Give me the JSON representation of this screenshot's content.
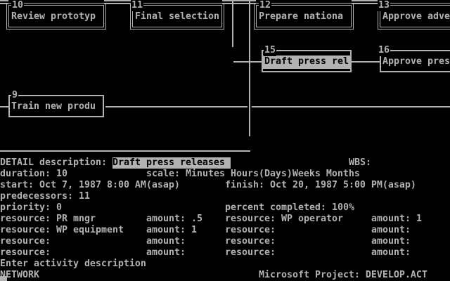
{
  "colors": {
    "foreground": "#b2b2b2",
    "background": "#000000",
    "highlight_bg": "#b2b2b2",
    "highlight_fg": "#000000"
  },
  "network": {
    "boxes": [
      {
        "id": "10",
        "name": "Review prototyp"
      },
      {
        "id": "11",
        "name": "Final selection"
      },
      {
        "id": "12",
        "name": "Prepare nationa"
      },
      {
        "id": "13",
        "name": "Approve adve"
      },
      {
        "id": "15",
        "name": "Draft press rel"
      },
      {
        "id": "16",
        "name": "Approve pres"
      },
      {
        "id": "9",
        "name": "Train new produ"
      }
    ]
  },
  "detail": {
    "section_label": "DETAIL",
    "description_label": "description:",
    "description_value": "Draft press releases",
    "wbs_label": "WBS:",
    "wbs_value": "",
    "duration_label": "duration:",
    "duration_value": "10",
    "scale_label": "scale:",
    "scale_value": "Minutes Hours(Days)Weeks Months",
    "start_label": "start:",
    "start_value": "Oct 7, 1987 8:00 AM(asap)",
    "finish_label": "finish:",
    "finish_value": "Oct 20, 1987 5:00 PM(asap)",
    "predecessors_label": "predecessors:",
    "predecessors_value": "11",
    "priority_label": "priority:",
    "priority_value": "0",
    "percent_label": "percent completed:",
    "percent_value": "100%",
    "resource_label": "resource:",
    "amount_label": "amount:",
    "resource_rows": [
      {
        "name_l": "PR mngr",
        "amount_l": ".5",
        "name_r": "WP operator",
        "amount_r": "1"
      },
      {
        "name_l": "WP equipment",
        "amount_l": "1",
        "name_r": "",
        "amount_r": ""
      },
      {
        "name_l": "",
        "amount_l": "",
        "name_r": "",
        "amount_r": ""
      },
      {
        "name_l": "",
        "amount_l": "",
        "name_r": "",
        "amount_r": ""
      }
    ]
  },
  "status": {
    "prompt": "Enter activity description",
    "view_name": "NETWORK",
    "app_title": "Microsoft Project: DEVELOP.ACT"
  }
}
